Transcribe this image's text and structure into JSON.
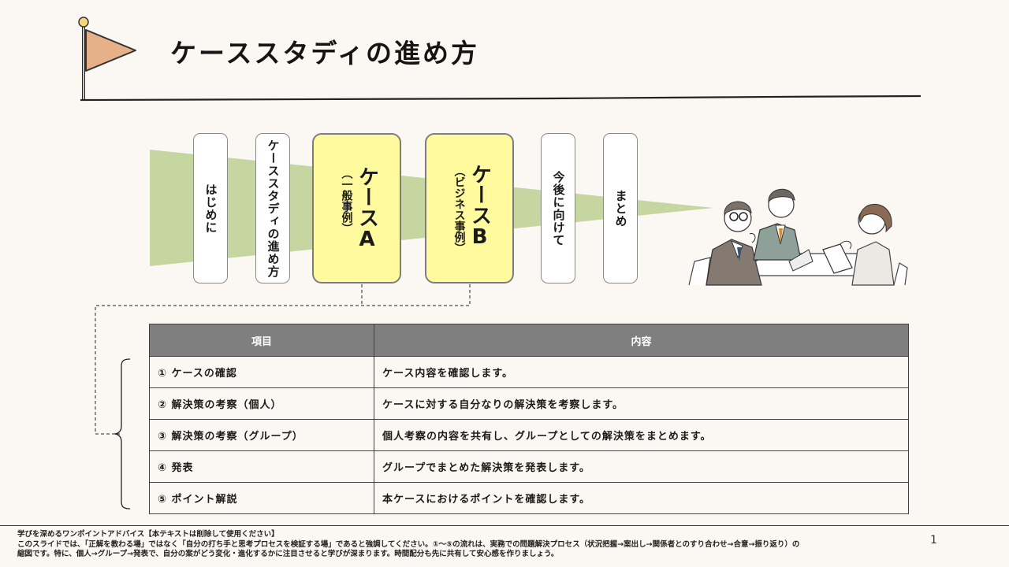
{
  "slide": {
    "title": "ケーススタディの進め方",
    "page_number": "1"
  },
  "flow": {
    "steps": [
      {
        "label": "はじめに",
        "highlighted": false
      },
      {
        "label": "ケーススタディの進め方",
        "highlighted": false
      },
      {
        "label": "ケースA",
        "sub": "（一般事例）",
        "highlighted": true
      },
      {
        "label": "ケースB",
        "sub": "（ビジネス事例）",
        "highlighted": true
      },
      {
        "label": "今後に向けて",
        "highlighted": false
      },
      {
        "label": "まとめ",
        "highlighted": false
      }
    ]
  },
  "table": {
    "headers": [
      "項目",
      "内容"
    ],
    "rows": [
      {
        "item": "① ケースの確認",
        "content": "ケース内容を確認します。"
      },
      {
        "item": "② 解決策の考察（個人）",
        "content": "ケースに対する自分なりの解決策を考察します。"
      },
      {
        "item": "③ 解決策の考察（グループ）",
        "content": "個人考察の内容を共有し、グループとしての解決策をまとめます。"
      },
      {
        "item": "④ 発表",
        "content": "グループでまとめた解決策を発表します。"
      },
      {
        "item": "⑤ ポイント解説",
        "content": "本ケースにおけるポイントを確認します。"
      }
    ]
  },
  "footer": {
    "heading": "学びを深めるワンポイントアドバイス【本テキストは削除して使用ください】",
    "line1": "このスライドでは、「正解を教わる場」ではなく「自分の打ち手と思考プロセスを検証する場」であると強調してください。①～⑤の流れは、実務での問題解決プロセス（状況把握→案出し→関係者とのすり合わせ→合意→振り返り）の",
    "line2": "縮図です。特に、個人→グループ→発表で、自分の案がどう変化・進化するかに注目させると学びが深まります。時間配分も先に共有して安心感を作りましょう。"
  },
  "colors": {
    "background": "#fbf8f3",
    "funnel": "#c5d6a0",
    "highlight_card": "#fffa9e",
    "flag": "#e6b088",
    "flag_ball": "#f5d778",
    "table_header": "#7f7f7f"
  },
  "icons": {
    "flag": "flag-icon",
    "illustration": "business-meeting-illustration"
  }
}
